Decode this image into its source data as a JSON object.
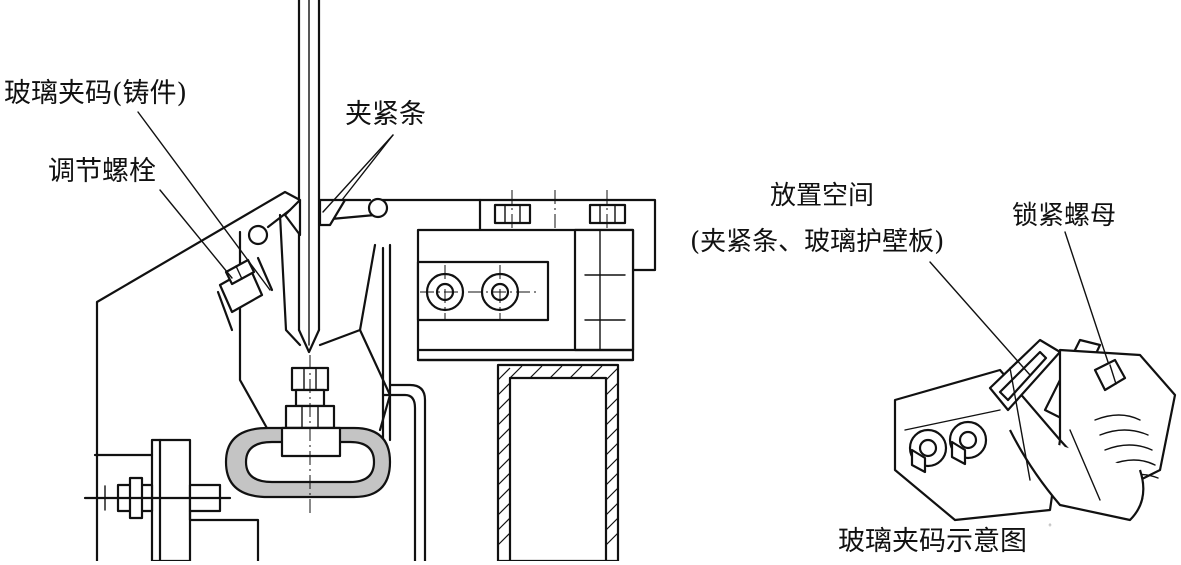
{
  "labels": {
    "glass_clamp_casting": "玻璃夹码(铸件)",
    "clamping_strip": "夹紧条",
    "adjusting_bolt": "调节螺栓",
    "storage_space_title": "放置空间",
    "storage_space_detail": "(夹紧条、玻璃护壁板)",
    "lock_nut": "锁紧螺母",
    "schematic_caption": "玻璃夹码示意图"
  },
  "colors": {
    "line": "#111111",
    "background": "#ffffff",
    "rubber_fill": "#c4c4c4"
  }
}
